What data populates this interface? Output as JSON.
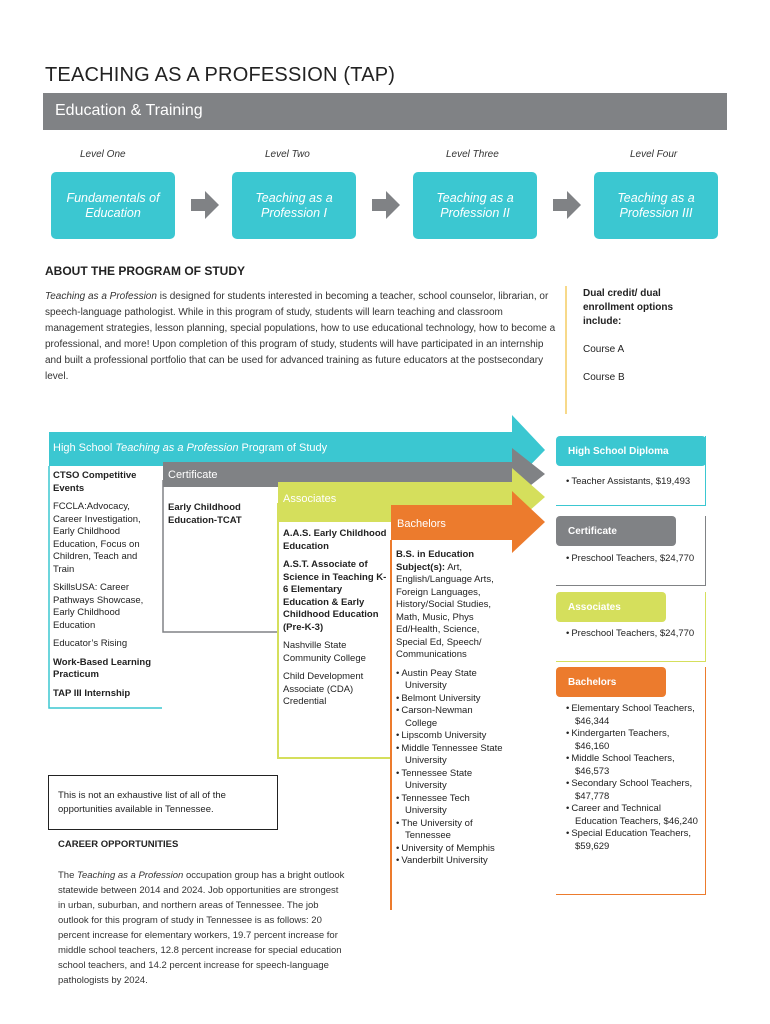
{
  "doc_title": "TEACHING AS A PROFESSION (TAP)",
  "banner": "Education & Training",
  "levels": [
    {
      "label": "Level One",
      "course": "Fundamentals of Education"
    },
    {
      "label": "Level Two",
      "course": "Teaching as a Profession I"
    },
    {
      "label": "Level Three",
      "course": "Teaching as a Profession II"
    },
    {
      "label": "Level Four",
      "course": "Teaching as a Profession III"
    }
  ],
  "colors": {
    "teal": "#3bc7d1",
    "gray": "#808285",
    "lime": "#d5df5c",
    "orange": "#ec7b2d"
  },
  "about": {
    "heading": "ABOUT THE PROGRAM OF STUDY",
    "body_italic": "Teaching as a Profession",
    "body_rest": " is designed for students interested in becoming a teacher, school counselor, librarian, or speech-language pathologist. While in this program of study, students will learn teaching and classroom management strategies, lesson planning, special populations, how to use educational technology, how to become a professional, and more! Upon completion of this program of study, students will have participated in an internship and built a professional portfolio that can be used for advanced training as future educators at the postsecondary level."
  },
  "dual_credit": {
    "heading": "Dual credit/ dual enrollment options include:",
    "courses": [
      "Course A",
      "Course B"
    ]
  },
  "pathway": {
    "hs_prefix": "High School ",
    "hs_italic": "Teaching as a Profession",
    "hs_suffix": " Program of Study",
    "certificate_label": "Certificate",
    "associates_label": "Associates",
    "bachelors_label": "Bachelors",
    "hs_column": {
      "ctso_heading": "CTSO Competitive Events",
      "fccla": "FCCLA:Advocacy, Career Investigation, Early Childhood Education, Focus on Children, Teach and Train",
      "skillsusa": "SkillsUSA: Career Pathways Showcase, Early Childhood Education",
      "educators": "Educator’s Rising",
      "wbl": "Work-Based Learning Practicum",
      "internship": "TAP III Internship"
    },
    "certificate_column": {
      "item": "Early Childhood Education-TCAT"
    },
    "associates_column": {
      "aas": "A.A.S. Early Childhood Education",
      "ast": "A.S.T. Associate of Science in Teaching K-6 Elementary Education & Early Childhood Education (Pre-K-3)",
      "school": "Nashville State Community College",
      "cda": "Child Development Associate (CDA) Credential"
    },
    "bachelors_column": {
      "degree_heading": "B.S. in Education Subject(s):",
      "subjects": " Art, English/Language Arts, Foreign Languages, History/Social Studies, Math, Music, Phys Ed/Health, Science, Special Ed, Speech/ Communications",
      "schools": [
        "Austin Peay State University",
        "Belmont University",
        "Carson-Newman College",
        "Lipscomb University",
        "Middle Tennessee State University",
        "Tennessee State University",
        "Tennessee Tech University",
        "The University of Tennessee",
        "University of Memphis",
        "Vanderbilt University"
      ]
    }
  },
  "outcomes": [
    {
      "label": "High School Diploma",
      "jobs": [
        "Teacher Assistants, $19,493"
      ]
    },
    {
      "label": "Certificate",
      "jobs": [
        "Preschool Teachers, $24,770"
      ]
    },
    {
      "label": "Associates",
      "jobs": [
        "Preschool Teachers, $24,770"
      ]
    },
    {
      "label": "Bachelors",
      "jobs": [
        "Elementary School Teachers, $46,344",
        "Kindergarten Teachers, $46,160",
        "Middle School Teachers, $46,573",
        "Secondary School Teachers, $47,778",
        "Career and Technical Education Teachers, $46,240",
        "Special Education Teachers, $59,629"
      ]
    }
  ],
  "note": "This is not an exhaustive list of all of the opportunities available in Tennessee.",
  "career": {
    "heading": "CAREER OPPORTUNITIES",
    "body_prefix": "The ",
    "body_italic": "Teaching as a Profession",
    "body_rest": " occupation group has a bright outlook statewide between 2014 and 2024. Job opportunities are strongest in urban, suburban, and northern areas of Tennessee. The job outlook for this program of study in Tennessee is as follows: 20 percent increase for elementary workers, 19.7 percent increase for middle school teachers, 12.8 percent increase for special education school teachers, and 14.2 percent increase for speech-language pathologists by 2024."
  }
}
